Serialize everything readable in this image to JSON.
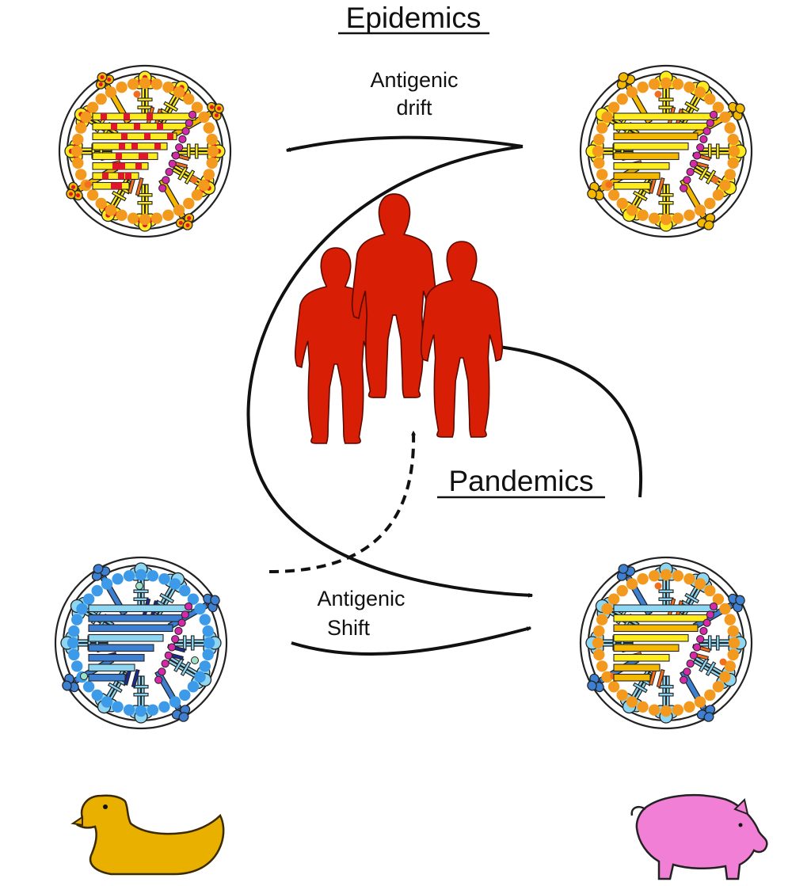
{
  "labels": {
    "epidemics": "Epidemics",
    "pandemics": "Pandemics",
    "drift_line1": "Antigenic",
    "drift_line2": "drift",
    "shift_line1": "Antigenic",
    "shift_line2": "Shift"
  },
  "colors": {
    "human_red": "#d81e05",
    "orange_matrix": "#f39a1e",
    "blue_matrix": "#3d9ae8",
    "yellow": "#ffec1f",
    "dark_yellow": "#f5b800",
    "red_spot": "#e0162b",
    "light_blue": "#8fd6f2",
    "mid_blue": "#3d7fd1",
    "navy": "#1b2a8c",
    "magenta": "#d52aa8",
    "orange_channel": "#f2701d",
    "duck": "#e9b000",
    "pig": "#f27fd6",
    "arrow": "#111111"
  },
  "icons": {
    "duck": "duck-icon",
    "pig": "pig-icon",
    "humans": "human-silhouette-icon"
  }
}
